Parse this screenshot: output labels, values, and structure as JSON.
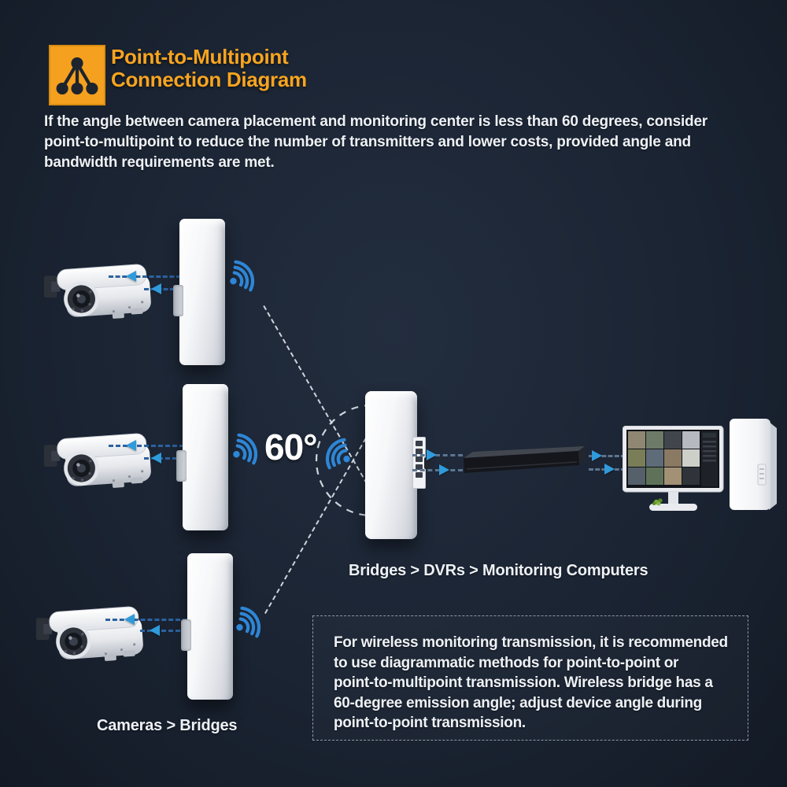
{
  "header": {
    "icon": "multipoint-network-icon",
    "title_line1": "Point-to-Multipoint",
    "title_line2": "Connection Diagram",
    "intro": "If the angle between camera placement and monitoring center is less than 60 degrees, consider\npoint-to-multipoint to reduce the number of transmitters and lower costs, provided angle and\nbandwidth requirements are met."
  },
  "diagram": {
    "angle_label": "60°",
    "flow_label_right": "Bridges > DVRs > Monitoring Computers",
    "flow_label_left": "Cameras > Bridges",
    "devices": {
      "cameras": 3,
      "side_bridges": 3,
      "central_bridge": 1,
      "dvr": 1,
      "monitoring_computer": 1
    }
  },
  "note_box": {
    "text": "For wireless monitoring transmission, it is recommended\nto use diagrammatic methods for point-to-point or\npoint-to-multipoint transmission. Wireless bridge has a\n60-degree emission angle; adjust device angle during\npoint-to-point transmission."
  },
  "icons": {
    "multipoint-network-icon": "one-node-to-three-nodes tree glyph",
    "wifi-signal-icon": "dot with three arcs",
    "arrow-icon": "solid blue triangle"
  },
  "colors": {
    "background": "#1b2433",
    "accent_orange": "#f5a01e",
    "accent_blue": "#2f9bdb",
    "dash_blue": "#2b629f",
    "text": "#eef1f5"
  }
}
